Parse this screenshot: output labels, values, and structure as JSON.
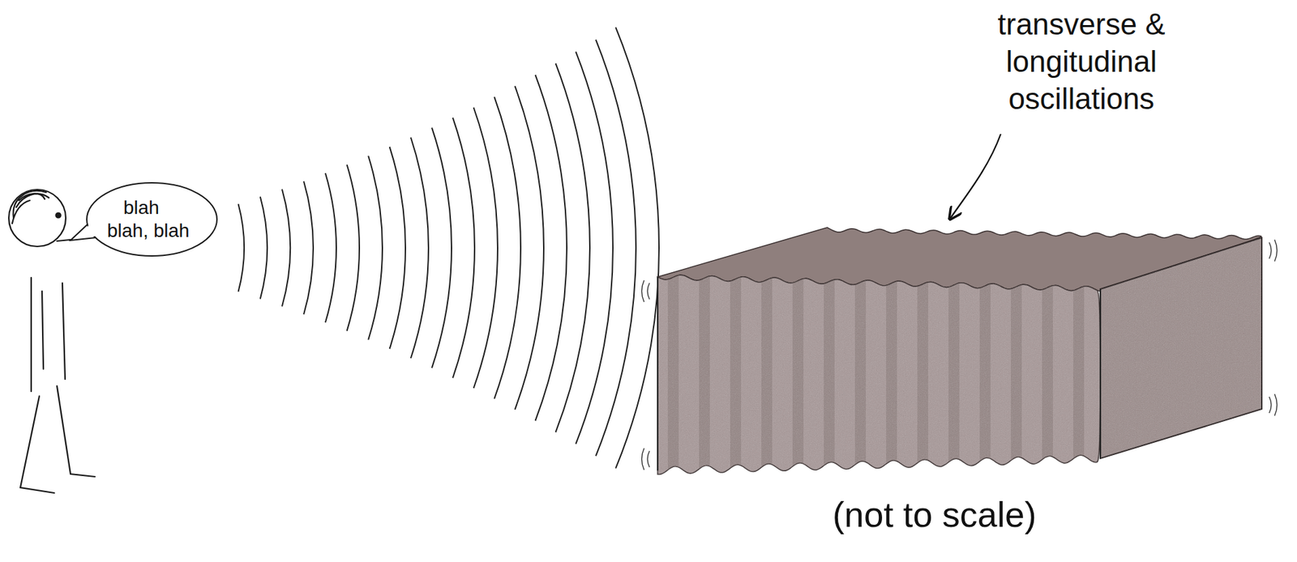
{
  "diagram": {
    "nodes": [
      {
        "text": [
          "blah blah, blah"
        ]
      }
    ],
    "labels": [
      "transverse & longitudinal oscillations",
      "(not to scale)"
    ]
  }
}
